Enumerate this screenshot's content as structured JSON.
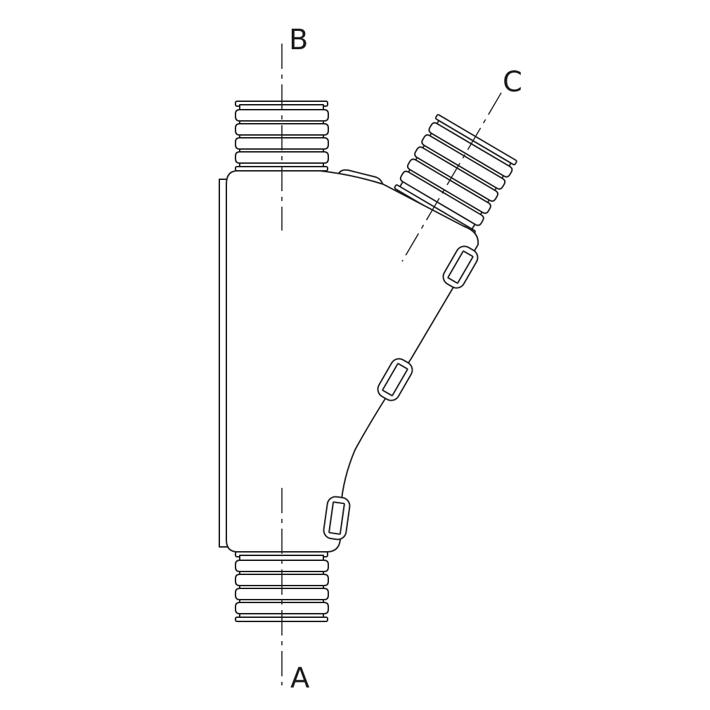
{
  "diagram": {
    "labels": {
      "port_a": "A",
      "port_b": "B",
      "port_c": "C"
    },
    "colors": {
      "line": "#1a1a1a",
      "background": "#ffffff"
    }
  }
}
